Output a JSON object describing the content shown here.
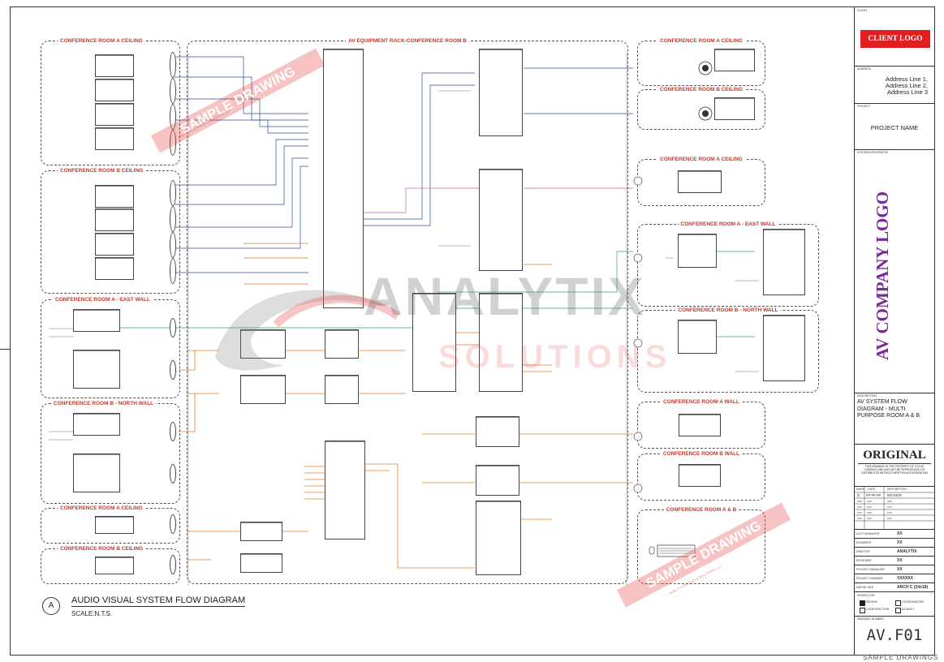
{
  "zones_left": [
    {
      "label": "CONFERENCE ROOM A CEILING"
    },
    {
      "label": "CONFERENCE ROOM B CEILING"
    },
    {
      "label": "CONFERENCE ROOM A - EAST WALL"
    },
    {
      "label": "CONFERENCE ROOM B - NORTH WALL"
    },
    {
      "label": "CONFERENCE ROOM A CEILING"
    },
    {
      "label": "CONFERENCE ROOM B CEILING"
    }
  ],
  "rack_label": "AV EQUIPMENT RACK-CONFERENCE ROOM B",
  "zones_right": [
    {
      "label": "CONFERENCE ROOM A CEILING"
    },
    {
      "label": "CONFERENCE ROOM B CEILING"
    },
    {
      "label": "CONFERENCE ROOM A CEILING"
    },
    {
      "label": "CONFERENCE ROOM A - EAST WALL"
    },
    {
      "label": "CONFERENCE ROOM B - NORTH WALL"
    },
    {
      "label": "CONFERENCE ROOM A WALL"
    },
    {
      "label": "CONFERENCE ROOM B WALL"
    },
    {
      "label": "CONFERENCE ROOM A & B"
    }
  ],
  "watermarks": {
    "sample_drawing": "SAMPLE DRAWING",
    "sample_sub": "ANALYTIX BUSINESS SOLUTIONS LLC",
    "logo_main": "ANALYTIX",
    "logo_sub": "SOLUTIONS"
  },
  "diagram_title": {
    "marker": "A",
    "title": "AUDIO VISUAL SYSTEM FLOW DIAGRAM",
    "scale": "SCALE:N.T.S."
  },
  "title_block": {
    "client_label": "CLIENT",
    "client_logo": "CLIENT LOGO",
    "address_label": "ADDRESS",
    "address_lines": [
      "Address Line 1,",
      "Address Line 2,",
      "Address Line 3"
    ],
    "project_label": "PROJECT",
    "project_name": "PROJECT NAME",
    "system_integrator_label": "SYSTEM INTEGRATOR",
    "company_logo": "AV COMPANY LOGO",
    "description_label": "DESCRIPTION",
    "description": "AV SYSTEM FLOW DIAGRAM - MULTI PURPOSE ROOM A & B",
    "stamp": "ORIGINAL",
    "stamp_note": "THIS DRAWING IS THE PROPERTY OF XYZ AV COMPANY AND MAY NOT BE REPRODUCED OR DISTRIBUTED WITHOUT WRITTEN AUTHORIZATION",
    "rev_headers": [
      "MARK",
      "DATE",
      "DESCRIPTION"
    ],
    "rev_row": [
      "D",
      "##-##-##",
      "REVIEW"
    ],
    "fields": [
      {
        "label": "ACCT MANAGER",
        "value": "XX"
      },
      {
        "label": "ENGINEER",
        "value": "XX"
      },
      {
        "label": "DRAFTER",
        "value": "ANALYTIX"
      },
      {
        "label": "REVIEWER",
        "value": "XX"
      },
      {
        "label": "PROJECT MANAGER",
        "value": "XX"
      },
      {
        "label": "PROJECT NUMBER",
        "value": "XXXXXX"
      },
      {
        "label": "NATIVE SIZE",
        "value": "ARCH C (24x18)"
      }
    ],
    "issued_label": "ISSUED FOR",
    "issued_options": [
      "REVIEW",
      "COORDINATION",
      "CONSTRUCTION",
      "AS BUILT"
    ],
    "drawing_number_label": "DRAWING NUMBER",
    "drawing_number": "AV.F01"
  },
  "footer": "SAMPLE DRAWINGS"
}
